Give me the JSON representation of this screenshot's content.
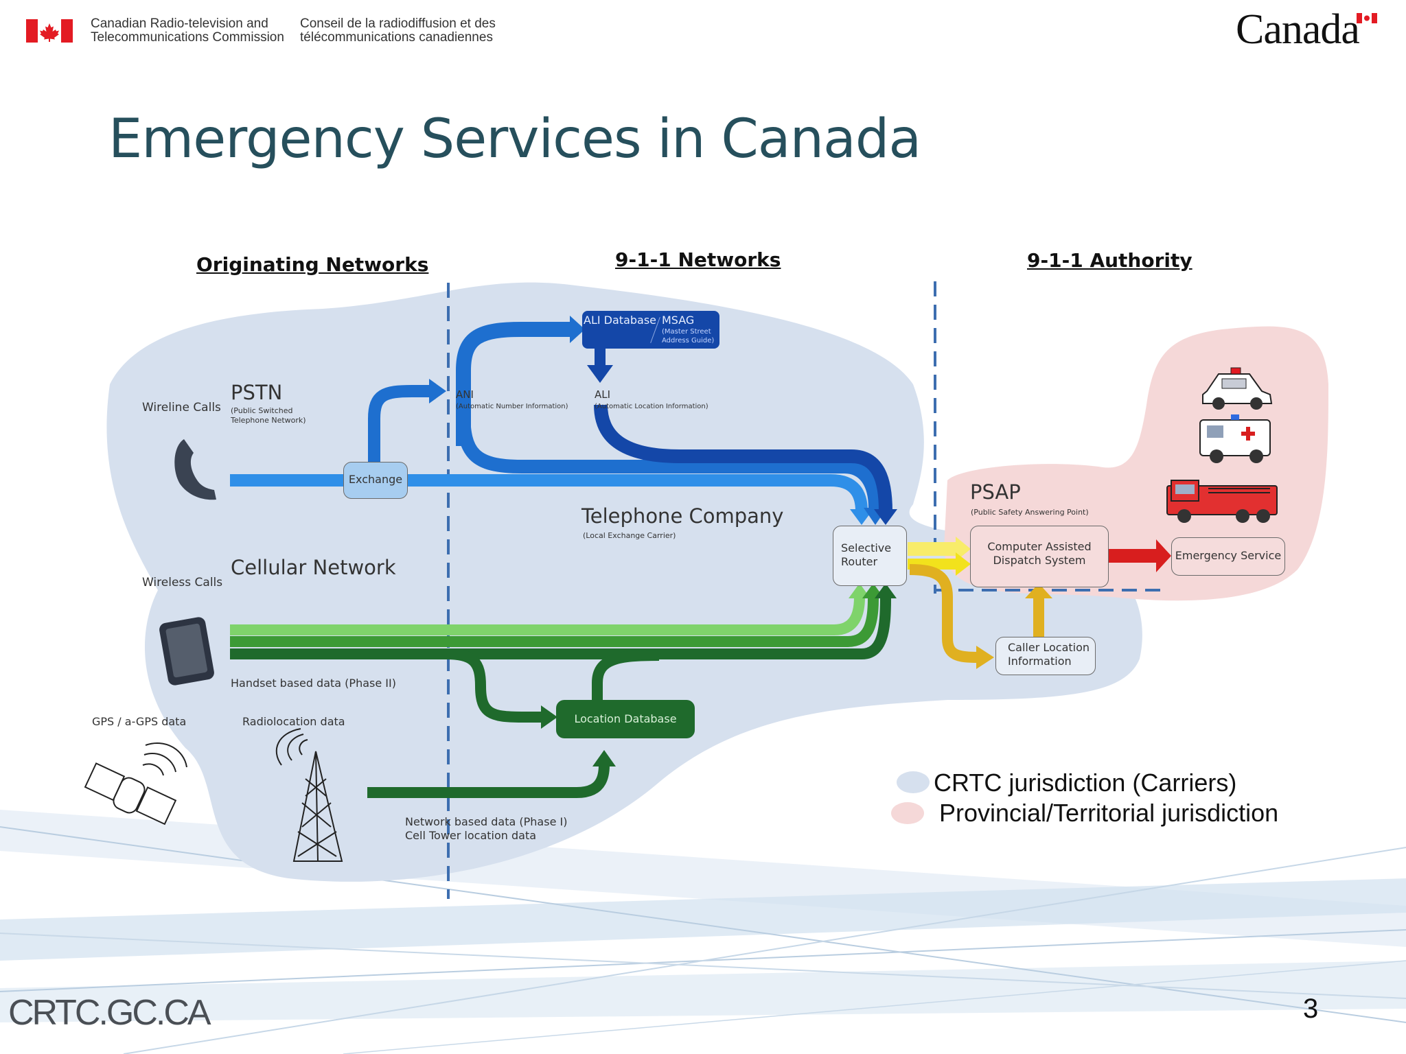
{
  "header": {
    "org_en_line1": "Canadian Radio-television and",
    "org_en_line2": "Telecommunications Commission",
    "org_fr_line1": "Conseil de la radiodiffusion et des",
    "org_fr_line2": "télécommunications canadiennes",
    "wordmark": "Canada"
  },
  "slide": {
    "title": "Emergency Services in Canada",
    "page_number": "3",
    "footer_logo": "CRTC.GC.CA"
  },
  "sections": {
    "originating": "Originating Networks",
    "networks_911": "9-1-1 Networks",
    "authority_911": "9-1-1 Authority"
  },
  "diagram": {
    "wireline_calls": "Wireline Calls",
    "pstn": "PSTN",
    "pstn_sub_1": "(Public Switched",
    "pstn_sub_2": "Telephone Network)",
    "exchange": "Exchange",
    "ani": "ANI",
    "ani_sub": "(Automatic Number Information)",
    "ali_db": "ALI Database",
    "msag": "MSAG",
    "msag_sub_1": "(Master Street",
    "msag_sub_2": "Address Guide)",
    "ali": "ALI",
    "ali_sub": "(Automatic Location Information)",
    "telco": "Telephone Company",
    "telco_sub": "(Local Exchange Carrier)",
    "selective_router_1": "Selective",
    "selective_router_2": "Router",
    "cellular": "Cellular Network",
    "wireless_calls": "Wireless Calls",
    "handset_data": "Handset based data (Phase II)",
    "gps": "GPS / a-GPS data",
    "radiolocation": "Radiolocation data",
    "location_db": "Location Database",
    "network_data_1": "Network based data (Phase I)",
    "network_data_2": "Cell Tower location data",
    "psap": "PSAP",
    "psap_sub": "(Public Safety Answering Point)",
    "cad_1": "Computer Assisted",
    "cad_2": "Dispatch System",
    "emergency_service": "Emergency Service",
    "caller_loc_1": "Caller Location",
    "caller_loc_2": "Information"
  },
  "legend": {
    "crtc": "CRTC jurisdiction (Carriers)",
    "provincial": "Provincial/Territorial jurisdiction"
  },
  "colors": {
    "title": "#264f5c",
    "crtc_region": "#d6e0ee",
    "provincial_region": "#f5d8d8",
    "wireline_blue": "#2f8fe8",
    "dark_blue": "#1447a8",
    "light_green": "#7fd36b",
    "green": "#3c9a35",
    "dark_green": "#1f6a2c",
    "yellow": "#f2e21c",
    "orange": "#e0b020",
    "red": "#d81e1e"
  }
}
